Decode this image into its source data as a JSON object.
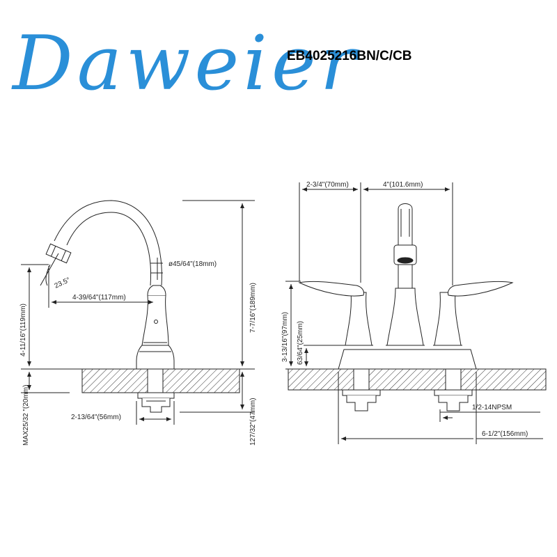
{
  "brand": {
    "logo_text": "Daweier"
  },
  "model_number": "EB4025216BN/C/CB",
  "colors": {
    "brand_blue": "#2a8fd8",
    "line": "#222222"
  },
  "side_view": {
    "angle": "23.5°",
    "outlet_diameter": "ø45/64\"(18mm)",
    "reach": "4-39/64\"(117mm)",
    "spout_height": "4-11/16\"(119mm)",
    "total_height": "7-7/16\"(189mm)",
    "base_width": "2-13/64\"(56mm)",
    "shank_length": "127/32\"(47mm)",
    "max_deck": "MAX25/32 \"(20mm)"
  },
  "front_view": {
    "handle_offset": "2-3/4\"(70mm)",
    "center_spread": "4\"(101.6mm)",
    "handle_height": "3-13/16\"(97mm)",
    "base_height": "63/64\"(25mm)",
    "thread": "1/2-14NPSM",
    "overall_width": "6-1/2\"(156mm)"
  }
}
